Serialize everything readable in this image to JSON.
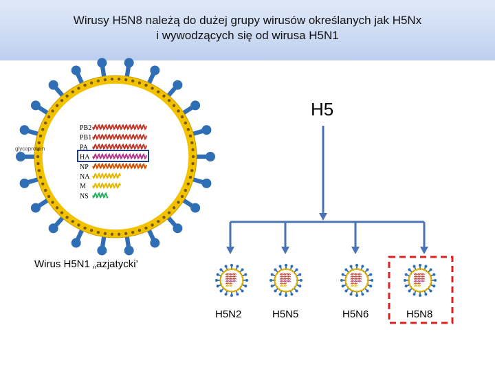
{
  "title": {
    "line1": "Wirusy H5N8 należą do dużej grupy wirusów określanych jak H5Nx",
    "line2": "i wywodzących się od wirusa H5N1"
  },
  "virus_diagram": {
    "segments": [
      "PB2",
      "PB1",
      "PA",
      "HA",
      "NP",
      "NA",
      "M",
      "NS"
    ],
    "side_label": "glycoprotein",
    "highlighted_segment": "HA",
    "caption": "Wirus H5N1 „azjatycki’"
  },
  "tree": {
    "root": "H5",
    "children": [
      "H5N2",
      "H5N5",
      "H5N6",
      "H5N8"
    ],
    "highlighted": "H5N8"
  },
  "colors": {
    "arrow": "#4a73b4",
    "highlight_box": "#e02020",
    "spike": "#2f6db5",
    "membrane": "#f2c200"
  }
}
